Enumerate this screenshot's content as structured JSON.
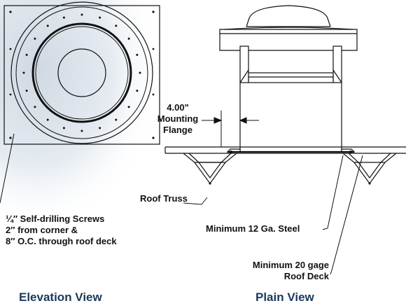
{
  "labels": {
    "mounting_value": "4.00\"",
    "mounting_line1": "Mounting",
    "mounting_line2": "Flange",
    "roof_truss": "Roof Truss",
    "screws_line1": "¼″ Self-drilling Screws",
    "screws_line2": "2″ from corner &",
    "screws_line3": "8″ O.C. through roof deck",
    "min_steel": "Minimum 12 Ga. Steel",
    "min_gage_line1": "Minimum 20 gage",
    "min_gage_line2": "Roof Deck",
    "elevation_view": "Elevation View",
    "plain_view": "Plain View"
  },
  "colors": {
    "line": "#111111",
    "view_title": "#1a3a5c",
    "background_bluish": "#c9d4df"
  }
}
